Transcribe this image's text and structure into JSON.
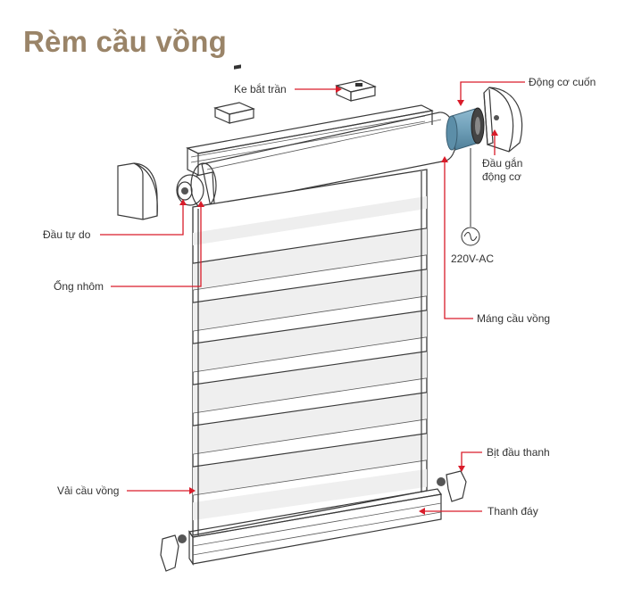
{
  "title": "Rèm cầu vồng",
  "labels": {
    "ke_bat_tran": "Ke bắt trần",
    "dong_co_cuon": "Động cơ cuốn",
    "dau_gan_dong_co_1": "Đầu gắn",
    "dau_gan_dong_co_2": "động cơ",
    "dau_tu_do": "Đầu tự do",
    "voltage": "220V-AC",
    "ong_nhom": "Ống nhôm",
    "mang_cau_vong": "Máng cầu vồng",
    "bit_dau_thanh": "Bịt đầu thanh",
    "vai_cau_vong": "Vải cầu vồng",
    "thanh_day": "Thanh đáy"
  },
  "colors": {
    "title": "#9a8468",
    "leader_line": "#d91c2a",
    "motor": "#6f9fb8",
    "outline": "#3a3a3a"
  }
}
